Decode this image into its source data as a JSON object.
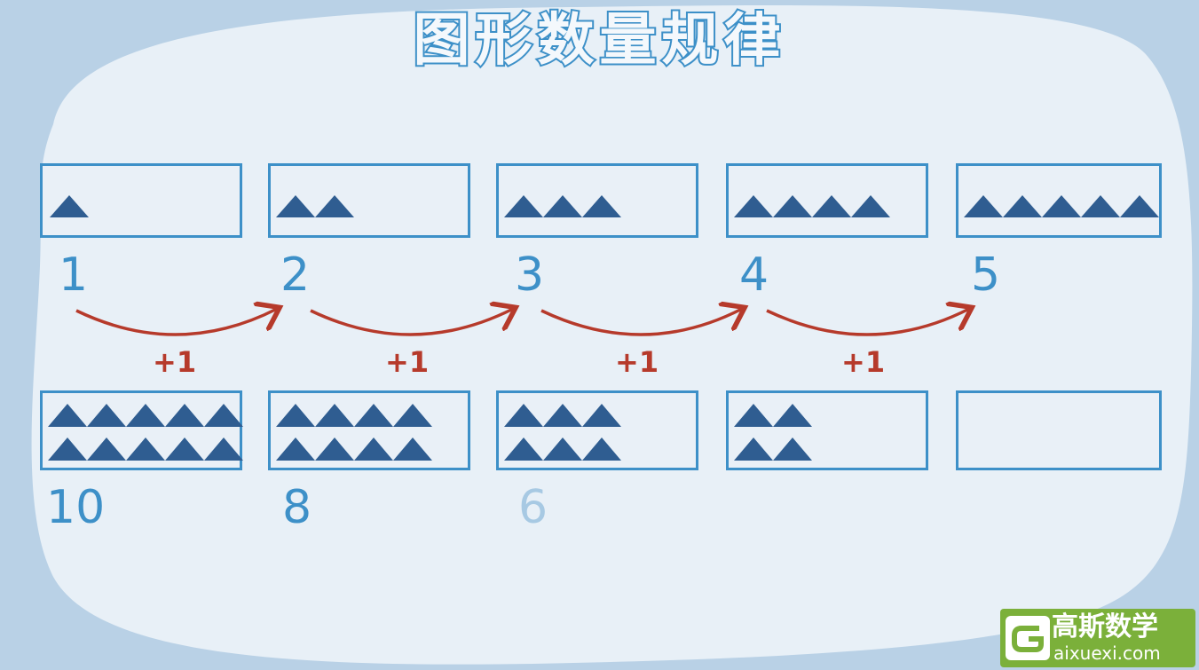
{
  "title": "图形数量规律",
  "row1": {
    "boxes": [
      {
        "count": 1,
        "layout": "single-row"
      },
      {
        "count": 2,
        "layout": "single-row"
      },
      {
        "count": 3,
        "layout": "single-row"
      },
      {
        "count": 4,
        "layout": "single-row"
      },
      {
        "count": 5,
        "layout": "single-row"
      }
    ],
    "numbers": [
      "1",
      "2",
      "3",
      "4",
      "5"
    ],
    "increments": [
      "+1",
      "+1",
      "+1",
      "+1"
    ]
  },
  "row2": {
    "boxes": [
      {
        "count": 10,
        "layout": "two-rows"
      },
      {
        "count": 8,
        "layout": "two-rows"
      },
      {
        "count": 6,
        "layout": "two-rows"
      },
      {
        "count": 4,
        "layout": "two-rows"
      },
      {
        "count": 0,
        "layout": "empty"
      }
    ],
    "numbers": [
      "10",
      "8",
      "6"
    ]
  },
  "logo": {
    "name": "高斯数学",
    "url": "aixuexi.com",
    "icon": "g-logo-icon"
  },
  "colors": {
    "background": "#b9d1e6",
    "panel": "#e8f0f7",
    "accent": "#3d90c8",
    "triangle": "#2f5d91",
    "arrow": "#b63a2b",
    "logo": "#7bb03a"
  }
}
